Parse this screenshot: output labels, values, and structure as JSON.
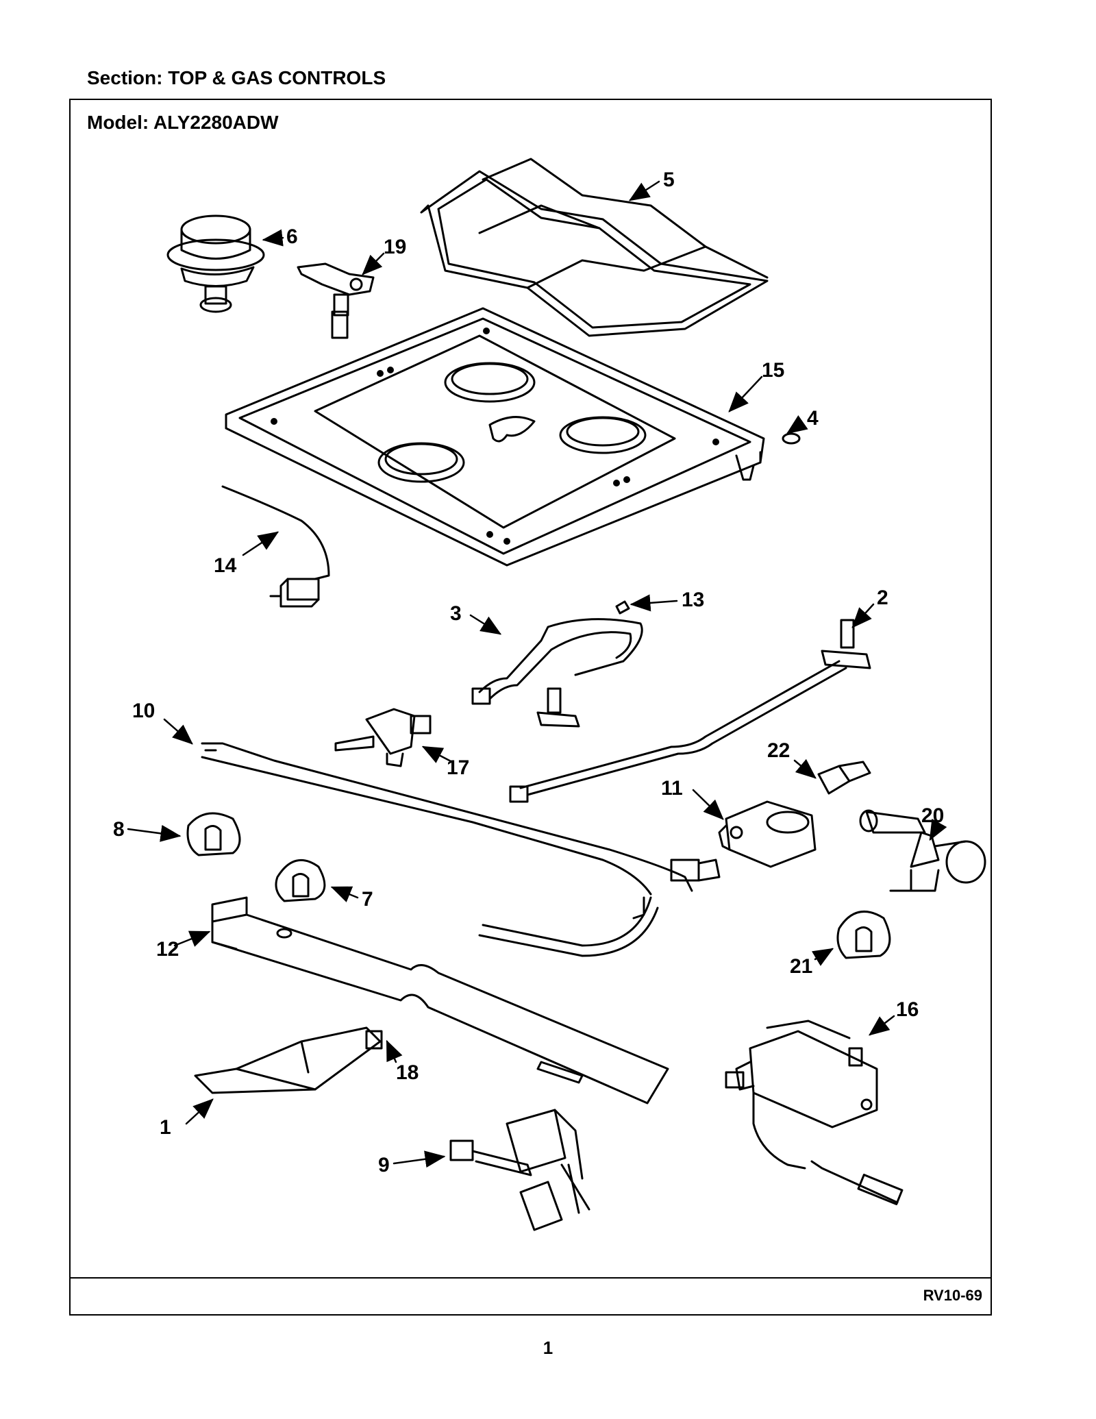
{
  "header": {
    "section": "Section:  TOP & GAS CONTROLS",
    "model": "Model:  ALY2280ADW"
  },
  "footer": {
    "code": "RV10-69",
    "page": "1"
  },
  "callouts": {
    "c1": "1",
    "c2": "2",
    "c3": "3",
    "c4": "4",
    "c5": "5",
    "c6": "6",
    "c7": "7",
    "c8": "8",
    "c9": "9",
    "c10": "10",
    "c11": "11",
    "c12": "12",
    "c13": "13",
    "c14": "14",
    "c15": "15",
    "c16": "16",
    "c17": "17",
    "c18": "18",
    "c19": "19",
    "c20": "20",
    "c21": "21",
    "c22": "22"
  }
}
